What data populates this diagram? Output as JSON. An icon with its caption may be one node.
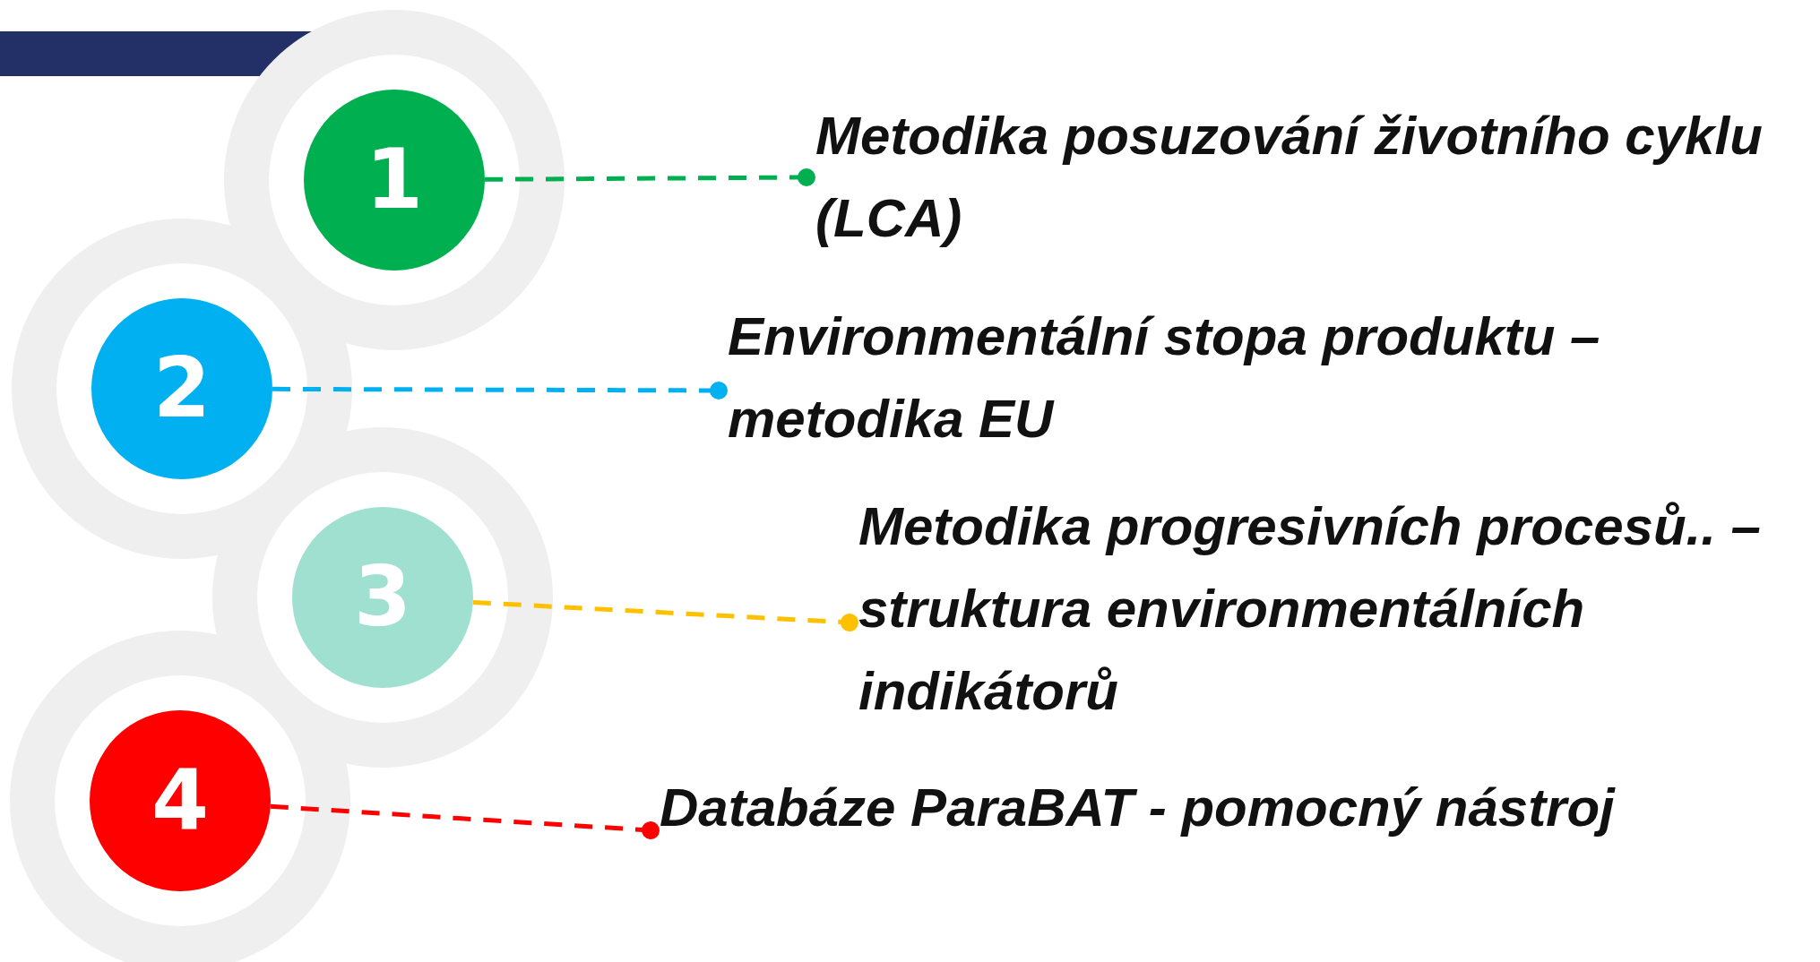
{
  "diagram": {
    "nodes": [
      {
        "text": [
          "1"
        ]
      },
      {
        "text": [
          "Metodika posuzování životního cyklu (LCA)"
        ]
      },
      {
        "text": [
          "2"
        ]
      },
      {
        "text": [
          "Environmentální stopa produktu – metodika EU"
        ]
      },
      {
        "text": [
          "3"
        ]
      },
      {
        "text": [
          "Metodika progresivních procesů.. – struktura environmentálních indikátorů"
        ]
      },
      {
        "text": [
          "4"
        ]
      },
      {
        "text": [
          "Databáze ParaBAT - pomocný nástroj"
        ]
      }
    ],
    "edges": [
      {
        "from": 0,
        "to": 1,
        "arrow": "other",
        "style": "dashed",
        "color": "#00b050"
      },
      {
        "from": 2,
        "to": 3,
        "arrow": "other",
        "style": "dashed",
        "color": "#00b0f0"
      },
      {
        "from": 4,
        "to": 5,
        "arrow": "other",
        "style": "dashed",
        "color": "#ffc000"
      },
      {
        "from": 6,
        "to": 7,
        "arrow": "other",
        "style": "dashed",
        "color": "#ff0000"
      }
    ]
  }
}
